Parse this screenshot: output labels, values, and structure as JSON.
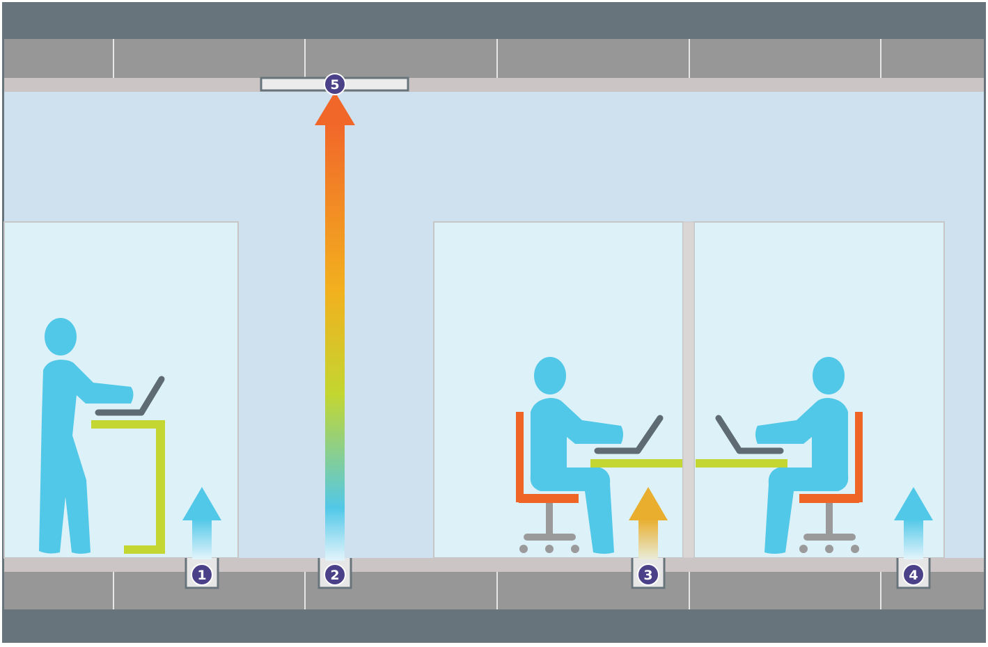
{
  "colors": {
    "frame": "#68747b",
    "slab": "#979797",
    "slab_joint": "#e6e6e6",
    "ceiling": "#cbc6c5",
    "room": "#cfe1ef",
    "cubicle": "#ddf1f8",
    "cubicle_edge": "#c6c6c6",
    "person": "#52c8e8",
    "desk": "#c3d631",
    "chair": "#ee6526",
    "chair_base": "#9a9a9a",
    "laptop": "#5e6b73",
    "badge": "#4a4189",
    "badge_text": "#ffffff",
    "fresh_air": "#52c8e8",
    "warm_air": "#e9ae2e"
  },
  "markers": [
    {
      "id": "marker-1",
      "label": "1"
    },
    {
      "id": "marker-2",
      "label": "2"
    },
    {
      "id": "marker-3",
      "label": "3"
    },
    {
      "id": "marker-4",
      "label": "4"
    },
    {
      "id": "marker-5",
      "label": "5"
    }
  ],
  "icons": [
    "standing-person-icon",
    "seated-person-icon",
    "laptop-icon",
    "office-chair-icon",
    "desk-icon",
    "airflow-arrow-icon",
    "floor-diffuser-icon",
    "ceiling-return-vent-icon"
  ]
}
